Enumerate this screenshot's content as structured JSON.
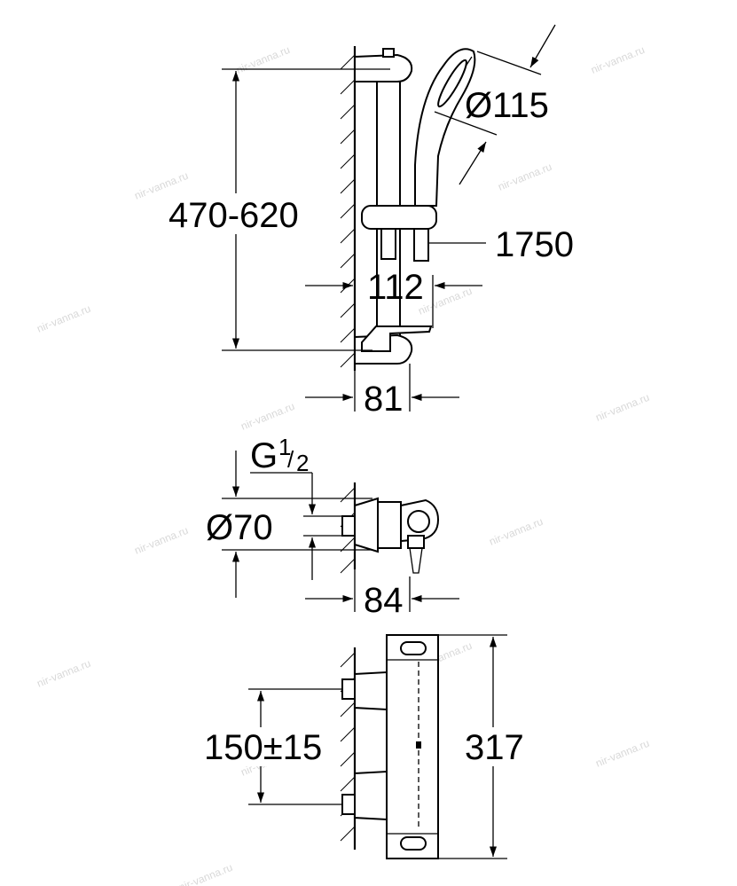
{
  "dimensions": {
    "rail_height": "470-620",
    "handshower_diameter": "Ø115",
    "hose_length": "1750",
    "rail_depth": "112",
    "wall_offset_top": "81",
    "thread_label_main": "G",
    "thread_label_num": "1",
    "thread_label_den": "2",
    "escutcheon_diameter": "Ø70",
    "wall_offset_middle": "84",
    "inlet_spacing": "150±15",
    "thermostat_length": "317"
  },
  "watermark": {
    "text": "nir-vanna.ru"
  }
}
